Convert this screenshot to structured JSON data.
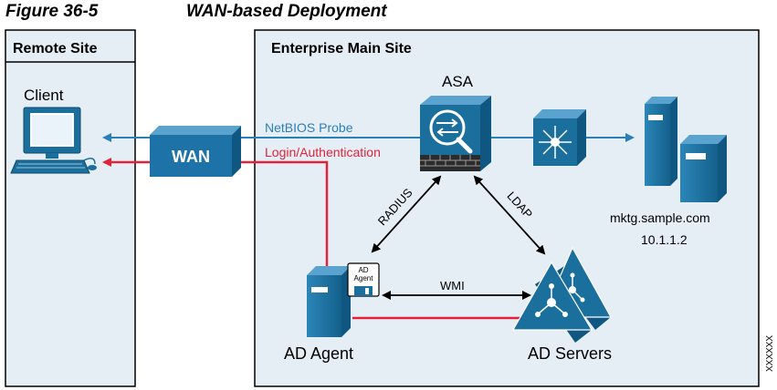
{
  "figure": {
    "number": "Figure 36-5",
    "title": "WAN-based Deployment"
  },
  "remote_site": {
    "title": "Remote Site",
    "client_label": "Client"
  },
  "main_site": {
    "title": "Enterprise Main Site"
  },
  "wan": {
    "label": "WAN"
  },
  "asa": {
    "label": "ASA"
  },
  "links": {
    "netbios": "NetBIOS Probe",
    "login": "Login/Authentication",
    "radius": "RADIUS",
    "ldap": "LDAP",
    "wmi": "WMI"
  },
  "server": {
    "hostname": "mktg.sample.com",
    "ip": "10.1.1.2"
  },
  "ad_agent": {
    "label": "AD Agent",
    "badge_line1": "AD",
    "badge_line2": "Agent"
  },
  "ad_servers": {
    "label": "AD Servers"
  },
  "figure_id": "XXXXXX",
  "colors": {
    "site_fill": "#e6eef5",
    "device_blue": "#1a6f9c",
    "probe_line": "#2a7fb8",
    "auth_line": "#e0223a",
    "wan_blue": "#1d73a8"
  }
}
